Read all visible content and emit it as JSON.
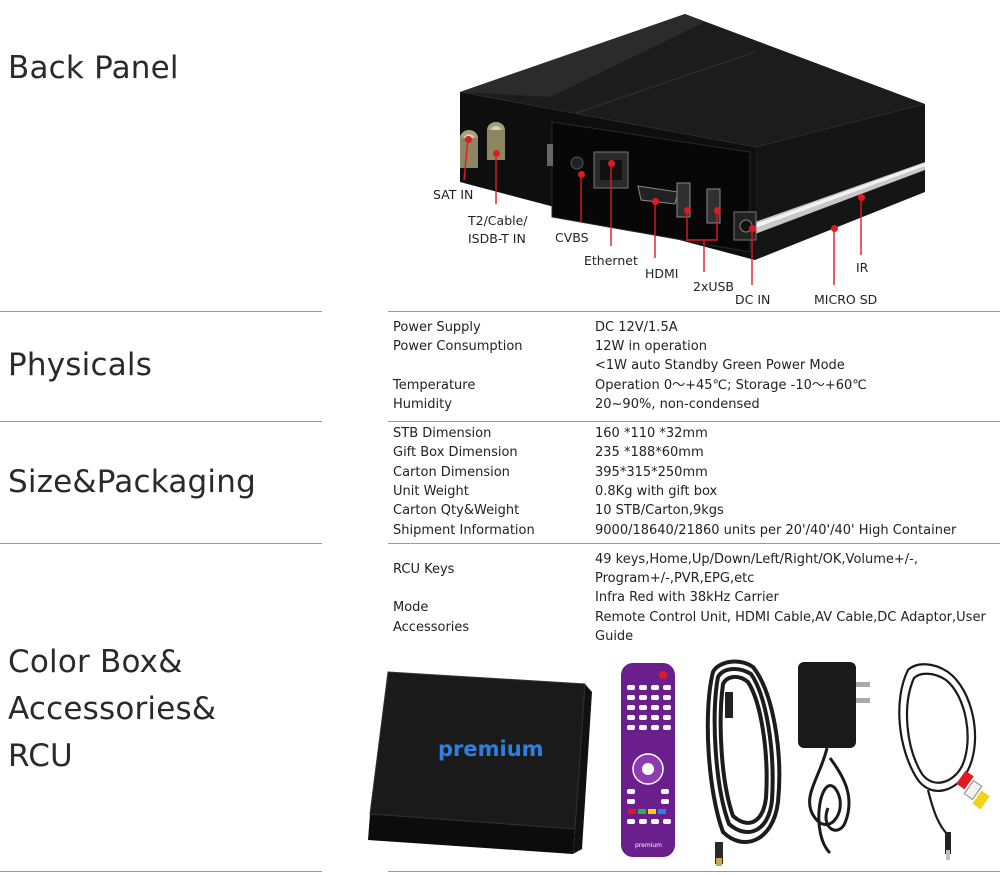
{
  "sections": {
    "back_panel": "Back Panel",
    "physicals": "Physicals",
    "size_packaging": "Size&Packaging",
    "color_box_lines": [
      "Color Box&",
      "Accessories&",
      "RCU"
    ]
  },
  "callouts": {
    "sat_in": "SAT IN",
    "t2_cable_1": "T2/Cable/",
    "t2_cable_2": "ISDB-T IN",
    "cvbs": "CVBS",
    "ethernet": "Ethernet",
    "hdmi": "HDMI",
    "usb": "2xUSB",
    "dc_in": "DC IN",
    "micro_sd": "MICRO SD",
    "ir": "IR"
  },
  "physicals": [
    {
      "label": "Power Supply",
      "value": "DC 12V/1.5A"
    },
    {
      "label": "Power Consumption",
      "value": "12W in operation"
    },
    {
      "label": "",
      "value": "<1W auto Standby Green Power Mode"
    },
    {
      "label": "Temperature",
      "value": "Operation 0～+45℃; Storage -10～+60℃"
    },
    {
      "label": "Humidity",
      "value": "20~90%, non-condensed"
    }
  ],
  "size_packaging": [
    {
      "label": "STB Dimension",
      "value": "160 *110 *32mm"
    },
    {
      "label": "Gift Box Dimension",
      "value": "235 *188*60mm"
    },
    {
      "label": "Carton Dimension",
      "value": "395*315*250mm"
    },
    {
      "label": "Unit Weight",
      "value": "0.8Kg with gift box"
    },
    {
      "label": "Carton Qty&Weight",
      "value": "10 STB/Carton,9kgs"
    },
    {
      "label": "Shipment Information",
      "value": "9000/18640/21860 units per 20'/40'/40' High Container"
    }
  ],
  "accessories": {
    "rcu_keys_label": "RCU Keys",
    "rcu_keys_value_1": "49 keys,Home,Up/Down/Left/Right/OK,Volume+/-,",
    "rcu_keys_value_2": "Program+/-,PVR,EPG,etc",
    "mode_label": "Mode",
    "mode_value": "Infra Red with 38kHz Carrier",
    "accessories_label": "Accessories",
    "accessories_value_1": "Remote Control Unit, HDMI Cable,AV Cable,DC Adaptor,User",
    "accessories_value_2": "Guide"
  },
  "box_brand": "premium",
  "remote_brand": "premium",
  "colors": {
    "accent_red": "#e01a24",
    "brand_blue": "#2f7fe0",
    "remote_purple": "#6a1f8c"
  }
}
